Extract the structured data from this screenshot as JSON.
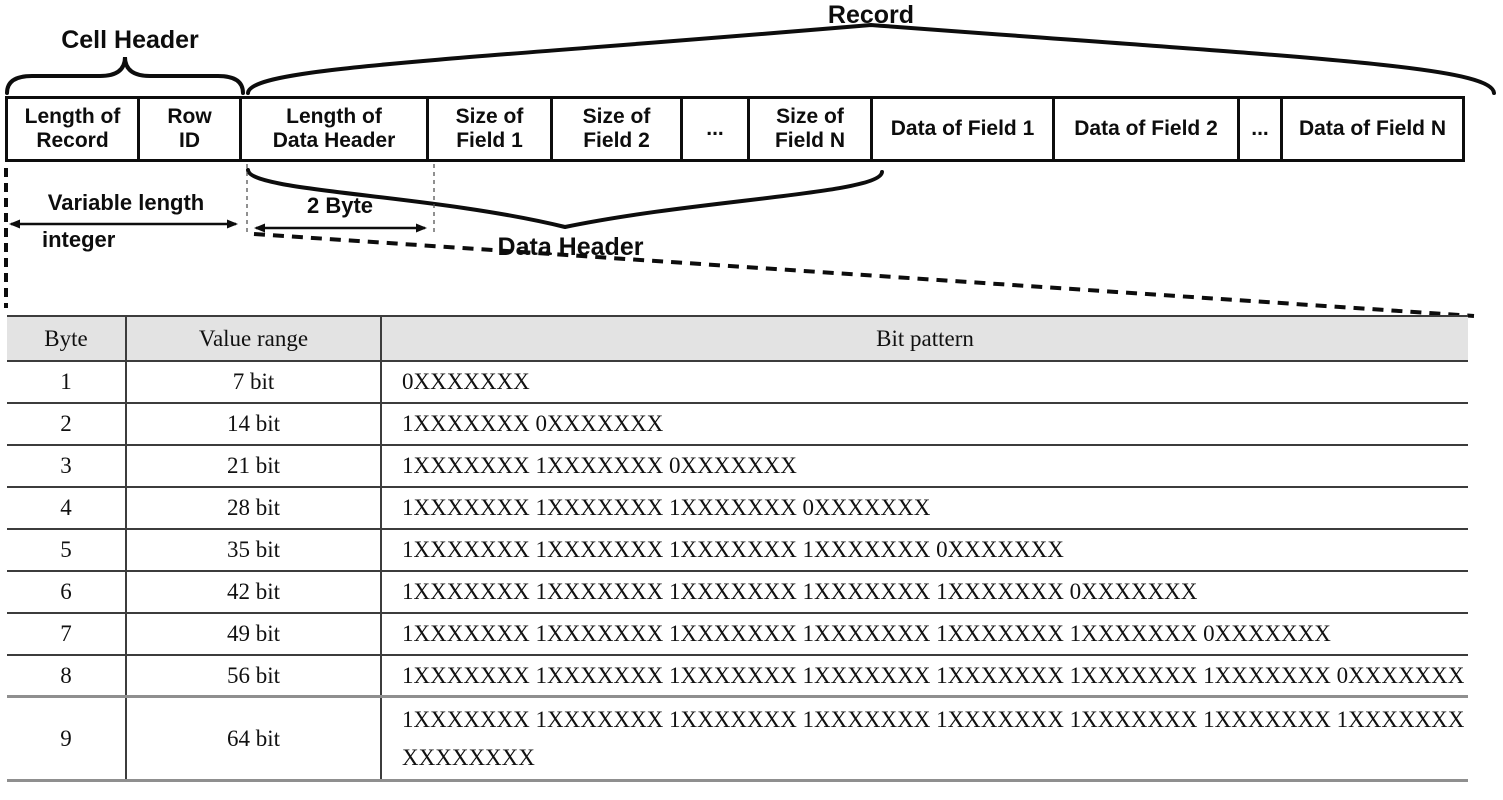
{
  "diagram": {
    "braces": {
      "cell_header": "Cell Header",
      "record": "Record",
      "data_header": "Data Header"
    },
    "cells": [
      "Length of\nRecord",
      "Row\nID",
      "Length of\nData Header",
      "Size of\nField 1",
      "Size of\nField 2",
      "...",
      "Size of\nField N",
      "Data of Field 1",
      "Data of Field 2",
      "...",
      "Data of Field N"
    ],
    "annotations": {
      "variable_length_line1": "Variable length",
      "variable_length_line2": "integer",
      "two_byte": "2 Byte"
    }
  },
  "table": {
    "headers": [
      "Byte",
      "Value range",
      "Bit pattern"
    ],
    "rows": [
      {
        "byte": "1",
        "value_range": "7 bit",
        "bit_pattern": "0XXXXXXX"
      },
      {
        "byte": "2",
        "value_range": "14 bit",
        "bit_pattern": "1XXXXXXX 0XXXXXXX"
      },
      {
        "byte": "3",
        "value_range": "21 bit",
        "bit_pattern": "1XXXXXXX 1XXXXXXX 0XXXXXXX"
      },
      {
        "byte": "4",
        "value_range": "28 bit",
        "bit_pattern": "1XXXXXXX 1XXXXXXX 1XXXXXXX 0XXXXXXX"
      },
      {
        "byte": "5",
        "value_range": "35 bit",
        "bit_pattern": "1XXXXXXX 1XXXXXXX 1XXXXXXX 1XXXXXXX 0XXXXXXX"
      },
      {
        "byte": "6",
        "value_range": "42 bit",
        "bit_pattern": "1XXXXXXX 1XXXXXXX 1XXXXXXX 1XXXXXXX 1XXXXXXX 0XXXXXXX"
      },
      {
        "byte": "7",
        "value_range": "49 bit",
        "bit_pattern": "1XXXXXXX 1XXXXXXX 1XXXXXXX 1XXXXXXX 1XXXXXXX 1XXXXXXX 0XXXXXXX"
      },
      {
        "byte": "8",
        "value_range": "56 bit",
        "bit_pattern": "1XXXXXXX 1XXXXXXX 1XXXXXXX 1XXXXXXX 1XXXXXXX 1XXXXXXX 1XXXXXXX 0XXXXXXX"
      },
      {
        "byte": "9",
        "value_range": "64 bit",
        "bit_pattern": "1XXXXXXX 1XXXXXXX 1XXXXXXX 1XXXXXXX 1XXXXXXX 1XXXXXXX 1XXXXXXX 1XXXXXXX\nXXXXXXXX"
      }
    ]
  },
  "colors": {
    "box_line": "#0d0d0d",
    "table_line": "#3c3c3c",
    "thick_gray_line": "#8f8f8f",
    "header_bg": "#e3e3e3"
  }
}
